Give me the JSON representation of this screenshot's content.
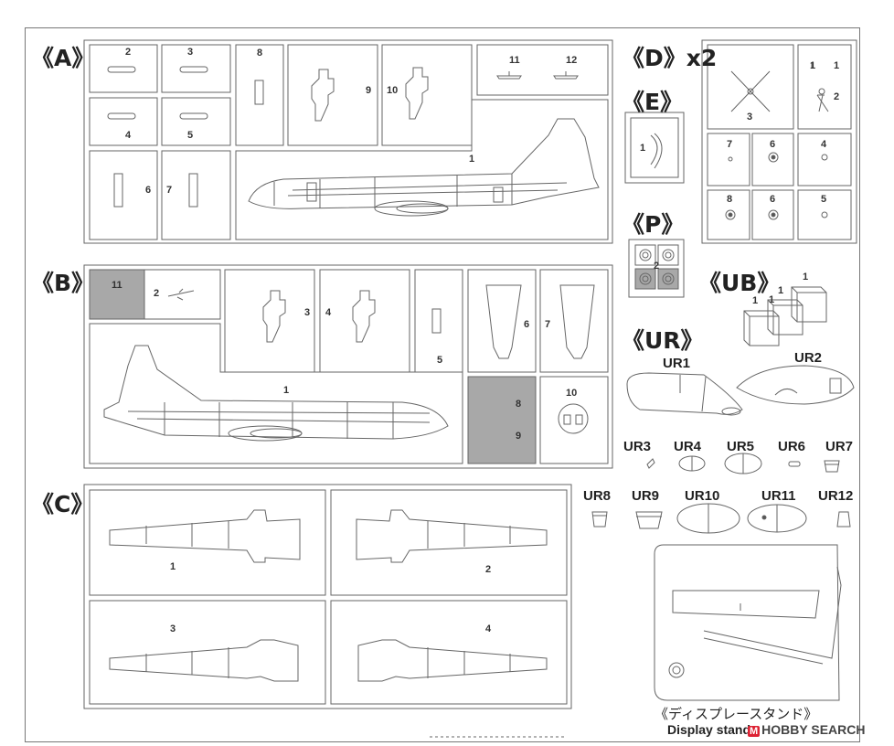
{
  "sprues": {
    "A": {
      "label": "《A》",
      "parts": [
        "2",
        "3",
        "4",
        "5",
        "6",
        "7",
        "8",
        "9",
        "10",
        "11",
        "12",
        "1"
      ]
    },
    "B": {
      "label": "《B》",
      "parts": [
        "11",
        "2",
        "3",
        "4",
        "5",
        "6",
        "7",
        "1",
        "8",
        "9",
        "10"
      ]
    },
    "C": {
      "label": "《C》",
      "parts": [
        "1",
        "2",
        "3",
        "4"
      ]
    },
    "D": {
      "label": "《D》x2",
      "parts": [
        "1",
        "1",
        "2",
        "3",
        "7",
        "6",
        "4",
        "8",
        "6",
        "5"
      ]
    },
    "E": {
      "label": "《E》",
      "parts": [
        "1"
      ]
    },
    "P": {
      "label": "《P》",
      "parts": [
        "2"
      ]
    },
    "UB": {
      "label": "《UB》",
      "parts": [
        "1",
        "1",
        "1",
        "1"
      ]
    },
    "UR": {
      "label": "《UR》",
      "parts": [
        "UR1",
        "UR2",
        "UR3",
        "UR4",
        "UR5",
        "UR6",
        "UR7",
        "UR8",
        "UR9",
        "UR10",
        "UR11",
        "UR12"
      ]
    }
  },
  "stand": {
    "label_jp": "《ディスプレースタンド》",
    "label_en": "Display stand"
  },
  "watermark": {
    "badge": "M",
    "text": "HOBBY SEARCH"
  },
  "colors": {
    "line": "#555555",
    "grey_runner": "#a8a8a8",
    "clear_runner": "#cfcfcf"
  }
}
